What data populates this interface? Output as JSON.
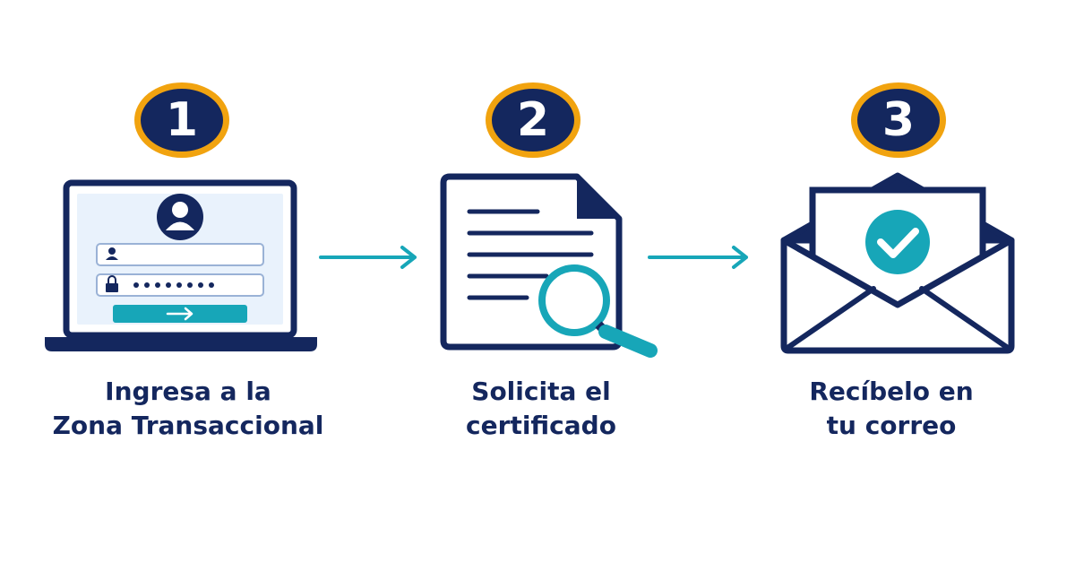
{
  "colors": {
    "navy": "#14275e",
    "gold": "#f1a30f",
    "teal": "#17a6b8",
    "panel": "#e9f2fc"
  },
  "steps": [
    {
      "number": "1",
      "icon": "laptop-login-icon",
      "caption_line1": "Ingresa a la",
      "caption_line2": "Zona Transaccional"
    },
    {
      "number": "2",
      "icon": "document-search-icon",
      "caption_line1": "Solicita el",
      "caption_line2": "certificado"
    },
    {
      "number": "3",
      "icon": "envelope-check-icon",
      "caption_line1": "Recíbelo en",
      "caption_line2": "tu correo"
    }
  ],
  "connectors": [
    "arrow-right-icon",
    "arrow-right-icon"
  ]
}
